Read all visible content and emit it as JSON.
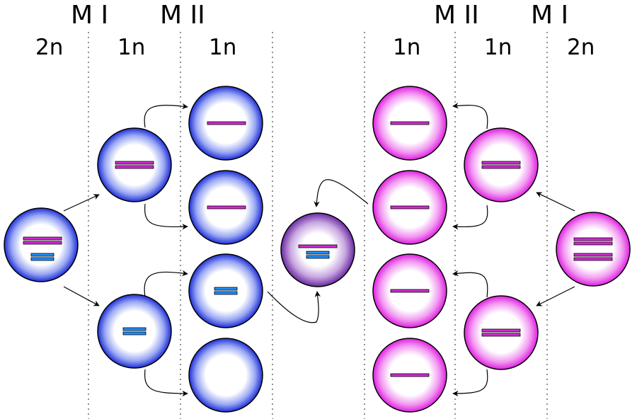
{
  "labels": {
    "phase_mi_left": "M I",
    "phase_mii_left": "M II",
    "phase_mii_right": "M II",
    "phase_mi_right": "M I",
    "ploidy_col1": "2n",
    "ploidy_col2": "1n",
    "ploidy_col3": "1n",
    "ploidy_col4": "1n",
    "ploidy_col5": "1n",
    "ploidy_col6": "2n"
  },
  "colors": {
    "blue_cell_rim": "#1f2fd6",
    "blue_cell_center": "#ffffff",
    "pink_cell_rim": "#e020e0",
    "purple_cell_rim": "#7a2aa8",
    "chromosome_magenta": "#d22bd2",
    "chromosome_blue": "#1e90ff",
    "arrow": "#000000",
    "divider": "#555555"
  },
  "cells": [
    {
      "id": "blue-parent",
      "type": "blue",
      "chromosomes": [
        "magenta-pair",
        "blue-pair"
      ]
    },
    {
      "id": "blue-mi-top",
      "type": "blue",
      "chromosomes": [
        "magenta-pair"
      ]
    },
    {
      "id": "blue-mi-bottom",
      "type": "blue",
      "chromosomes": [
        "blue-pair"
      ]
    },
    {
      "id": "blue-mii-1",
      "type": "blue",
      "chromosomes": [
        "magenta-single"
      ]
    },
    {
      "id": "blue-mii-2",
      "type": "blue",
      "chromosomes": [
        "magenta-single"
      ]
    },
    {
      "id": "blue-mii-3",
      "type": "blue",
      "chromosomes": [
        "blue-pair"
      ]
    },
    {
      "id": "blue-mii-4",
      "type": "blue",
      "chromosomes": []
    },
    {
      "id": "zygote",
      "type": "purple",
      "chromosomes": [
        "magenta-single",
        "blue-pair"
      ]
    },
    {
      "id": "pink-mii-1",
      "type": "pink",
      "chromosomes": [
        "magenta-single"
      ]
    },
    {
      "id": "pink-mii-2",
      "type": "pink",
      "chromosomes": [
        "magenta-single"
      ]
    },
    {
      "id": "pink-mii-3",
      "type": "pink",
      "chromosomes": [
        "magenta-single"
      ]
    },
    {
      "id": "pink-mii-4",
      "type": "pink",
      "chromosomes": [
        "magenta-single"
      ]
    },
    {
      "id": "pink-mi-top",
      "type": "pink",
      "chromosomes": [
        "magenta-pair"
      ]
    },
    {
      "id": "pink-mi-bottom",
      "type": "pink",
      "chromosomes": [
        "magenta-pair"
      ]
    },
    {
      "id": "pink-parent",
      "type": "pink",
      "chromosomes": [
        "magenta-pair",
        "magenta-pair"
      ]
    }
  ]
}
